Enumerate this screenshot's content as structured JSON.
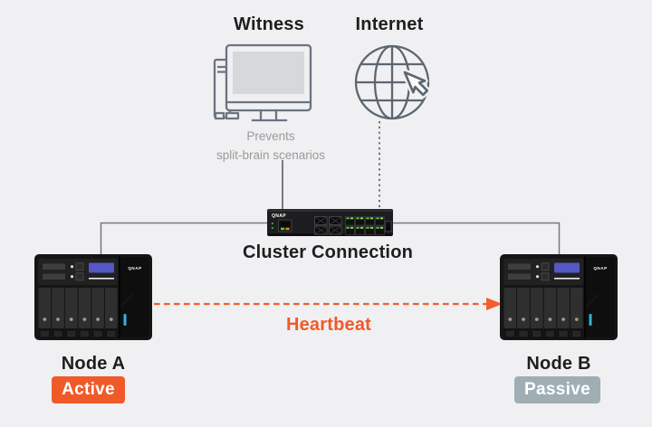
{
  "witness": {
    "label": "Witness",
    "caption_line1": "Prevents",
    "caption_line2": "split-brain scenarios",
    "icon": "desktop-computer-icon"
  },
  "internet": {
    "label": "Internet",
    "icon": "globe-with-cursor-icon"
  },
  "cluster": {
    "label": "Cluster Connection",
    "switch_brand": "QNAP",
    "icon": "network-switch-image"
  },
  "heartbeat": {
    "label": "Heartbeat",
    "direction": "node-a-to-node-b"
  },
  "node_a": {
    "label": "Node A",
    "status": "Active",
    "brand": "QNAP",
    "icon": "nas-device-image"
  },
  "node_b": {
    "label": "Node B",
    "status": "Passive",
    "brand": "QNAP",
    "icon": "nas-device-image"
  },
  "colors": {
    "background": "#F0F0F2",
    "accent_orange": "#F05A28",
    "passive_gray": "#A0AEB4",
    "icon_stroke": "#5C6670",
    "connector_gray": "#717B85",
    "drop_line_gray": "#585E66",
    "text_dark": "#1E1E1E",
    "text_muted": "#9A9A9A",
    "lcd_blue": "#5457C4",
    "led_cyan": "#37B2D6",
    "port_green": "#4FC93C",
    "port_amber": "#E8821E"
  }
}
